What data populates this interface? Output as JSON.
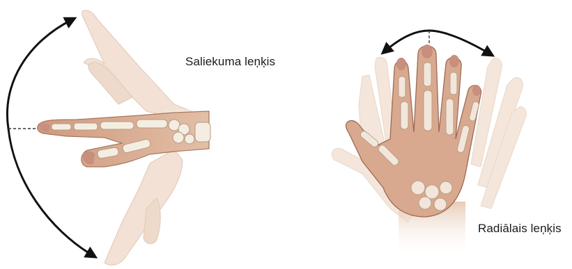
{
  "labels": {
    "flexion": "Saliekuma leņķis",
    "radial": "Radiālais leņķis"
  },
  "colors": {
    "background": "#ffffff",
    "arrow": "#111111",
    "skin_main": "#d8a98f",
    "skin_ghost": "#f0dccd",
    "bone": "#f4ede2",
    "bone_outline": "#b89a86",
    "nail": "#c88e7e"
  },
  "illustrations": [
    {
      "name": "wrist-flexion-illustration",
      "icons": [
        "hand-side-view",
        "curved-double-arrow",
        "neutral-dashed-line"
      ]
    },
    {
      "name": "wrist-radial-deviation-illustration",
      "icons": [
        "hand-palm-view",
        "curved-double-arrow",
        "neutral-dashed-line"
      ]
    }
  ]
}
